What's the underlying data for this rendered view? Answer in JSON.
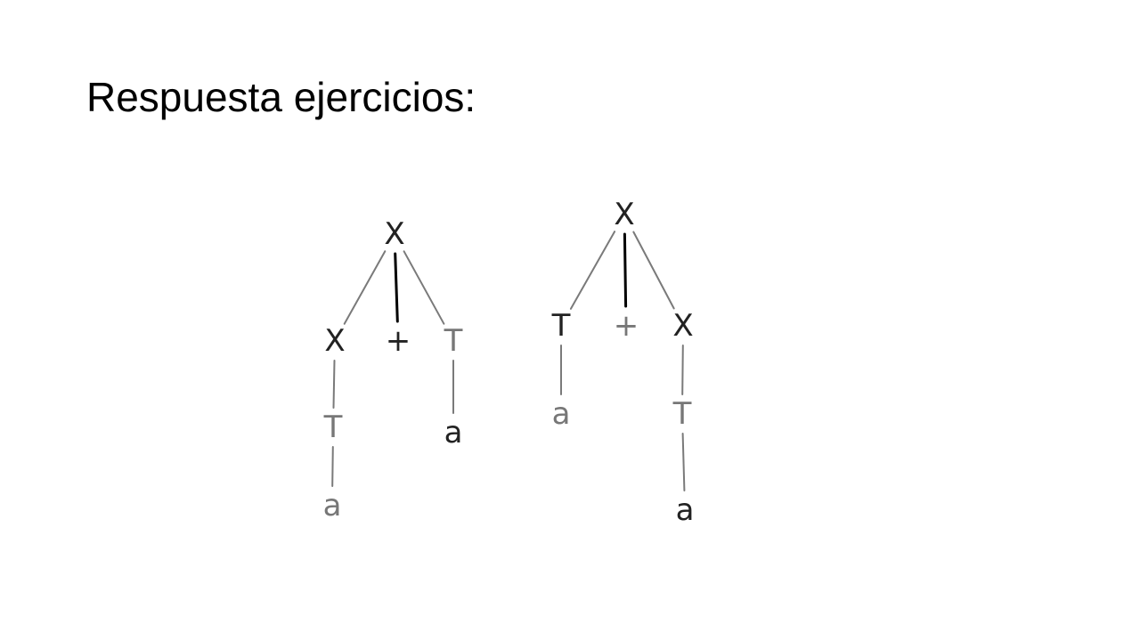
{
  "slide": {
    "title": "Respuesta ejercicios:"
  },
  "trees": [
    {
      "nodes": [
        {
          "id": "root",
          "label": "X"
        },
        {
          "id": "left-x",
          "label": "X"
        },
        {
          "id": "plus",
          "label": "+"
        },
        {
          "id": "right-t",
          "label": "T"
        },
        {
          "id": "left-t",
          "label": "T"
        },
        {
          "id": "left-a",
          "label": "a"
        },
        {
          "id": "right-a",
          "label": "a"
        }
      ],
      "edges": [
        [
          "root",
          "left-x"
        ],
        [
          "root",
          "plus"
        ],
        [
          "root",
          "right-t"
        ],
        [
          "left-x",
          "left-t"
        ],
        [
          "left-t",
          "left-a"
        ],
        [
          "right-t",
          "right-a"
        ]
      ]
    },
    {
      "nodes": [
        {
          "id": "root",
          "label": "X"
        },
        {
          "id": "left-t",
          "label": "T"
        },
        {
          "id": "plus",
          "label": "+"
        },
        {
          "id": "right-x",
          "label": "X"
        },
        {
          "id": "left-a",
          "label": "a"
        },
        {
          "id": "right-t",
          "label": "T"
        },
        {
          "id": "right-a",
          "label": "a"
        }
      ],
      "edges": [
        [
          "root",
          "left-t"
        ],
        [
          "root",
          "plus"
        ],
        [
          "root",
          "right-x"
        ],
        [
          "left-t",
          "left-a"
        ],
        [
          "right-x",
          "right-t"
        ],
        [
          "right-t",
          "right-a"
        ]
      ]
    }
  ],
  "colors": {
    "text": "#000000",
    "node_dark": "#222222",
    "node_light": "#777777",
    "edge_dark": "#000000",
    "edge_light": "#7a7a7a"
  }
}
